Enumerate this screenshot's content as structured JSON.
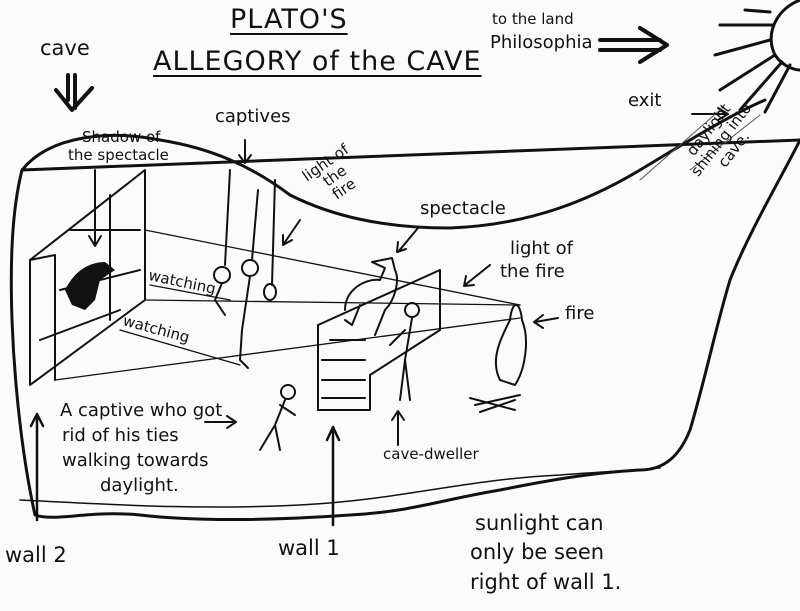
{
  "title": {
    "line1": "PLATO'S",
    "line2": "ALLEGORY of the CAVE"
  },
  "labels": {
    "cave": "cave",
    "land_line1": "to the land",
    "land_line2": "Philosophia",
    "exit": "exit",
    "daylight_line1": "daylight",
    "daylight_line2": "shining into",
    "daylight_line3": "cave.",
    "captives": "captives",
    "shadow_line1": "Shadow of",
    "shadow_line2": "the spectacle",
    "light_fire_a_line1": "light of",
    "light_fire_a_line2": "the",
    "light_fire_a_line3": "fire",
    "spectacle": "spectacle",
    "light_fire_b_line1": "light of",
    "light_fire_b_line2": "the fire",
    "fire": "fire",
    "watching_1": "watching",
    "watching_2": "watching",
    "captive_line1": "A captive who got",
    "captive_line2": "rid of his ties",
    "captive_line3": "walking towards",
    "captive_line4": "daylight.",
    "cave_dweller": "cave-dweller",
    "wall2": "wall 2",
    "wall1": "wall 1",
    "sunlight_line1": "sunlight can",
    "sunlight_line2": "only be seen",
    "sunlight_line3": "right of wall 1."
  }
}
